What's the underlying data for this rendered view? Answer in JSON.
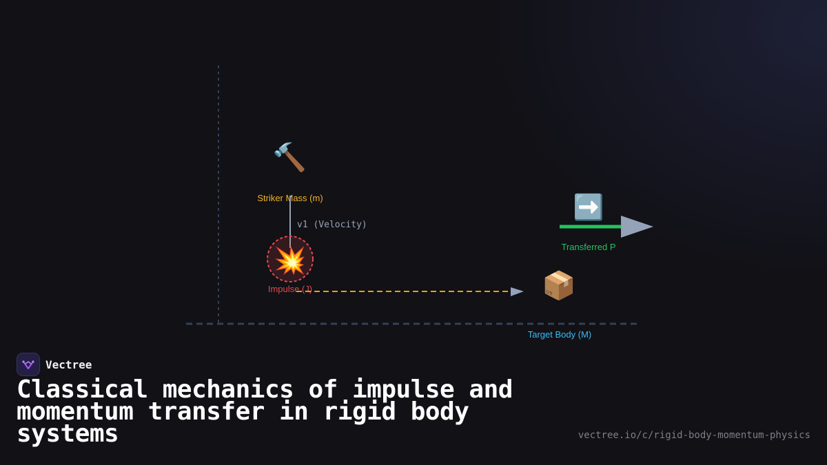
{
  "diagram": {
    "striker": {
      "icon": "hammer-icon",
      "glyph": "🔨",
      "label": "Striker Mass (m)",
      "color": "#f0b429"
    },
    "velocity": {
      "label": "v1 (Velocity)",
      "color": "#9aa3b5"
    },
    "impulse": {
      "icon": "collision-icon",
      "glyph": "💥",
      "label": "Impulse (J)",
      "color": "#e5484d"
    },
    "transfer": {
      "icon": "right-arrow-icon",
      "glyph": "➡️",
      "label": "Transferred P",
      "color": "#22c55e"
    },
    "target": {
      "icon": "package-icon",
      "glyph": "📦",
      "label": "Target Body (M)",
      "color": "#38bdf8"
    },
    "path_color": "#f59e0b",
    "axis_color": "#334155",
    "arrowhead_color": "#94a3b8"
  },
  "brand": {
    "name": "Vectree",
    "logo_icon": "vectree-logo-icon",
    "accent": "#a855f7"
  },
  "title": "Classical mechanics of impulse and momentum transfer in rigid body systems",
  "url": "vectree.io/c/rigid-body-momentum-physics"
}
